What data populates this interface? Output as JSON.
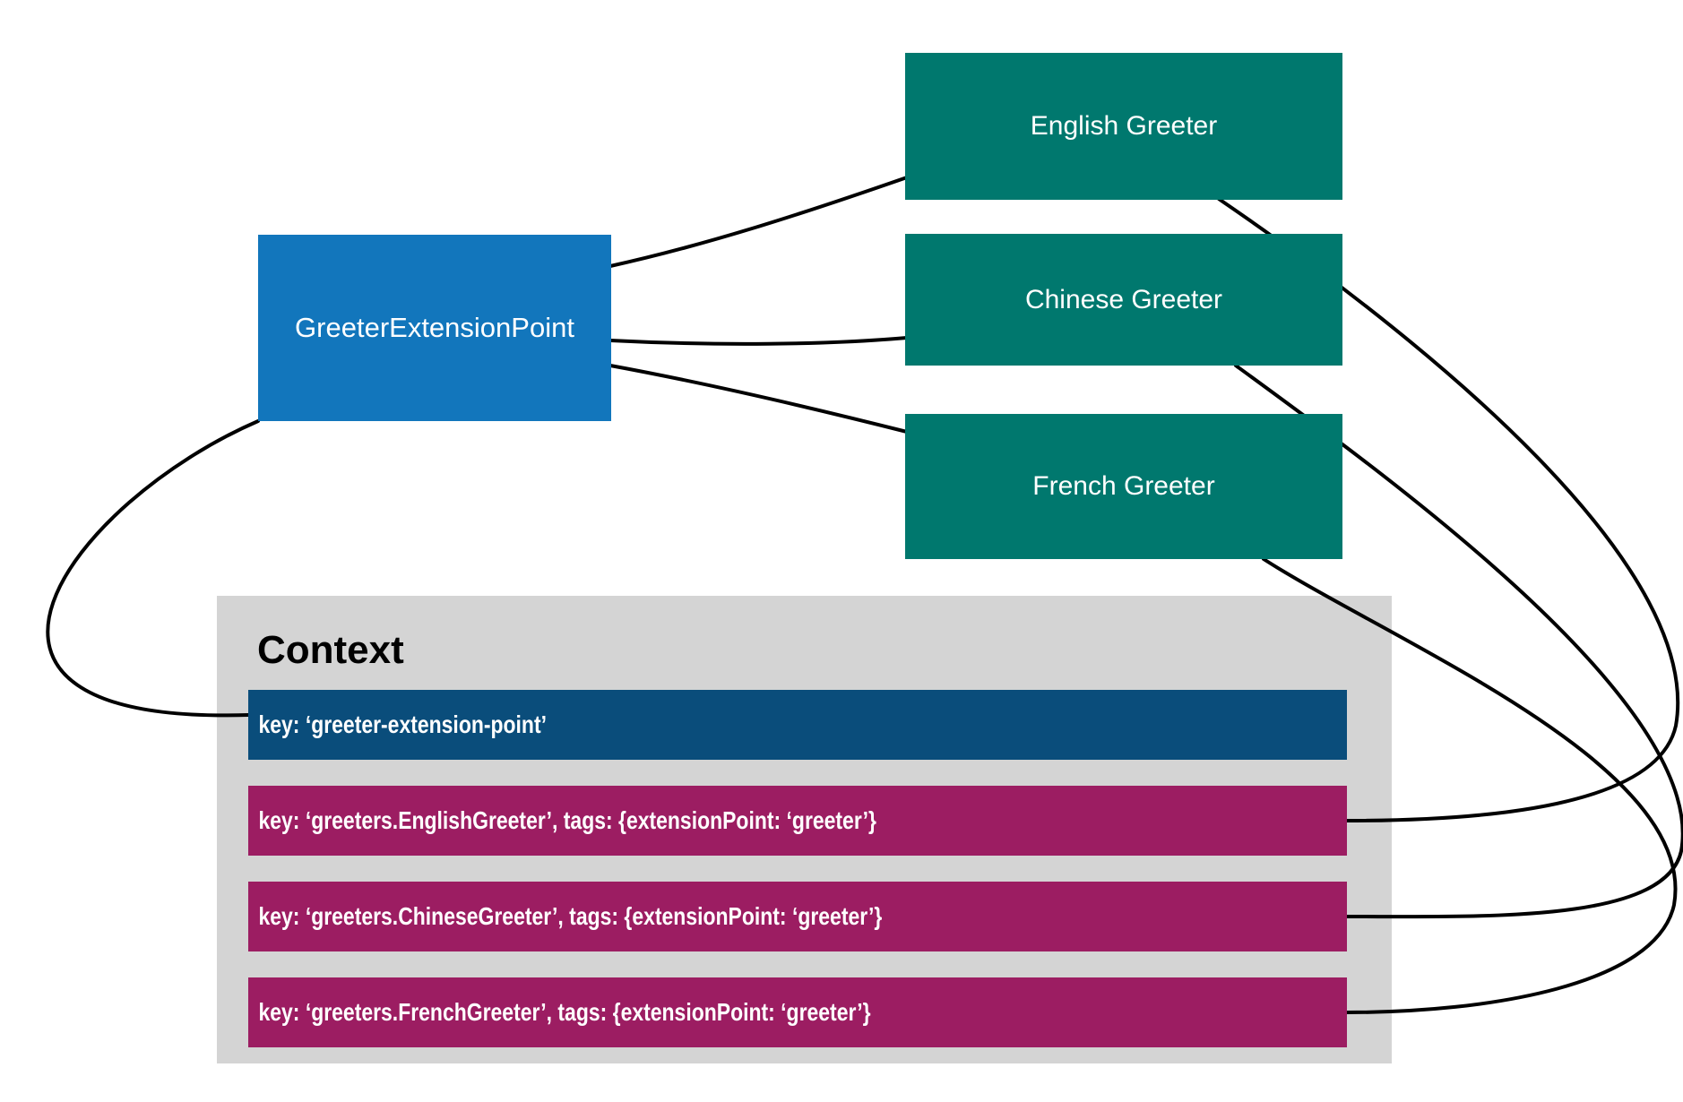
{
  "colors": {
    "canvas-bg": "#ffffff",
    "extension-point-blue": "#1276BC",
    "greeter-teal": "#00786E",
    "context-gray": "#D4D4D4",
    "context-key-navy": "#0A4D7B",
    "context-key-magenta": "#9C1D62",
    "edge-black": "#000000",
    "node-text": "#ffffff",
    "title-text": "#000000"
  },
  "extension_point": {
    "label": "GreeterExtensionPoint"
  },
  "greeters": [
    {
      "label": "English Greeter"
    },
    {
      "label": "Chinese Greeter"
    },
    {
      "label": "French Greeter"
    }
  ],
  "context": {
    "title": "Context",
    "entries": [
      {
        "text": "key: ‘greeter-extension-point’"
      },
      {
        "text": "key: ‘greeters.EnglishGreeter’, tags: {extensionPoint: ‘greeter’}"
      },
      {
        "text": "key: ‘greeters.ChineseGreeter’, tags: {extensionPoint: ‘greeter’}"
      },
      {
        "text": "key: ‘greeters.FrenchGreeter’, tags: {extensionPoint: ‘greeter’}"
      }
    ]
  },
  "edges": [
    {
      "from": "GreeterExtensionPoint",
      "to": "English Greeter"
    },
    {
      "from": "GreeterExtensionPoint",
      "to": "Chinese Greeter"
    },
    {
      "from": "GreeterExtensionPoint",
      "to": "French Greeter"
    },
    {
      "from": "GreeterExtensionPoint",
      "to": "key: ‘greeter-extension-point’"
    },
    {
      "from": "English Greeter",
      "to": "key: ‘greeters.EnglishGreeter’"
    },
    {
      "from": "Chinese Greeter",
      "to": "key: ‘greeters.ChineseGreeter’"
    },
    {
      "from": "French Greeter",
      "to": "key: ‘greeters.FrenchGreeter’"
    }
  ]
}
